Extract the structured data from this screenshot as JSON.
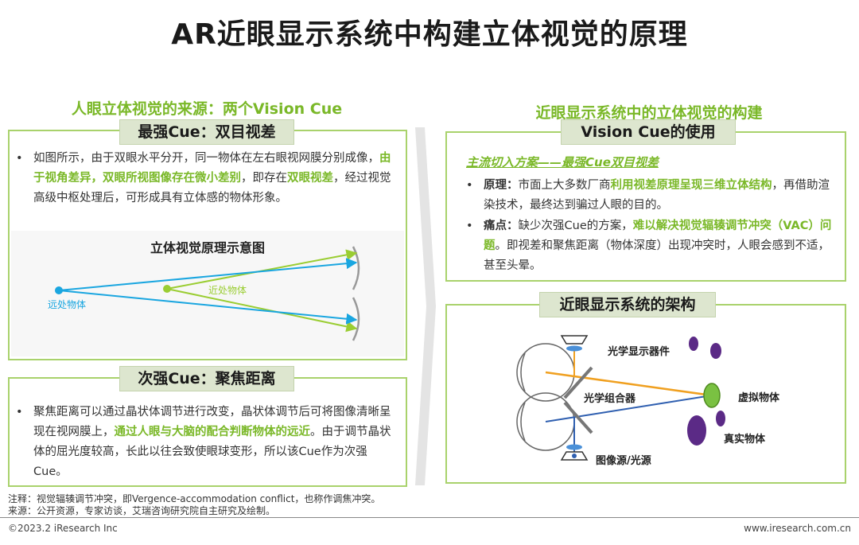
{
  "title": "AR近眼显示系统中构建立体视觉的原理",
  "left": {
    "section_heading": "人眼立体视觉的来源：两个Vision Cue",
    "strongest": {
      "tab": "最强Cue：双目视差",
      "para": [
        {
          "t": "如图所示，由于双眼水平分开，同一物体在左右眼视网膜分别成像，"
        },
        {
          "t": "由于视角差异，双眼所视图像存在微小差别",
          "hl": true
        },
        {
          "t": "，即存在"
        },
        {
          "t": "双眼视差",
          "hl": true
        },
        {
          "t": "，经过视觉高级中枢处理后，可形成具有立体感的物体形象。"
        }
      ],
      "diagram": {
        "title": "立体视觉原理示意图",
        "far_label": "远处物体",
        "near_label": "近处物体",
        "far_color": "#1aa6e0",
        "near_color": "#9acd32"
      }
    },
    "secondary": {
      "tab": "次强Cue：聚焦距离",
      "para": [
        {
          "t": "聚焦距离可以通过晶状体调节进行改变，晶状体调节后可将图像清晰呈现在视网膜上，"
        },
        {
          "t": "通过人眼与大脑的配合判断物体的远近",
          "hl": true
        },
        {
          "t": "。由于调节晶状体的屈光度较高，长此以往会致使眼球变形，所以该Cue作为次强Cue。"
        }
      ]
    }
  },
  "right": {
    "section_heading": "近眼显示系统中的立体视觉的构建",
    "vision_cue": {
      "tab": "Vision Cue的使用",
      "subheading": "主流切入方案——最强Cue双目视差",
      "bullets": [
        [
          {
            "t": "原理：",
            "b": true
          },
          {
            "t": "市面上大多数厂商"
          },
          {
            "t": "利用视差原理呈现三维立体结构",
            "hl": true
          },
          {
            "t": "，再借助渲染技术，最终达到骗过人眼的目的。"
          }
        ],
        [
          {
            "t": "痛点：",
            "b": true
          },
          {
            "t": "缺少次强Cue的方案，"
          },
          {
            "t": "难以解决视觉辐辏调节冲突（VAC）问题",
            "hl": true
          },
          {
            "t": "。即视差和聚焦距离（物体深度）出现冲突时，人眼会感到不适，甚至头晕。"
          }
        ]
      ]
    },
    "architecture": {
      "tab": "近眼显示系统的架构",
      "labels": {
        "optical_display": "光学显示器件",
        "optical_combiner": "光学组合器",
        "virtual_object": "虚拟物体",
        "real_object": "真实物体",
        "image_source": "图像源/光源"
      }
    }
  },
  "footer": {
    "note": "注释：视觉辐辏调节冲突，即Vergence-accommodation conflict，也称作调焦冲突。",
    "source": "来源：公开资源，专家访谈，艾瑞咨询研究院自主研究及绘制。",
    "copyright": "©2023.2 iResearch Inc",
    "website": "www.iresearch.com.cn"
  },
  "colors": {
    "accent_green": "#7ab828",
    "panel_border": "#a9d26c",
    "tab_bg": "#dde6cf",
    "purple": "#5b2a86",
    "blue_ray": "#2f5fb0",
    "orange_ray": "#f0a020"
  }
}
